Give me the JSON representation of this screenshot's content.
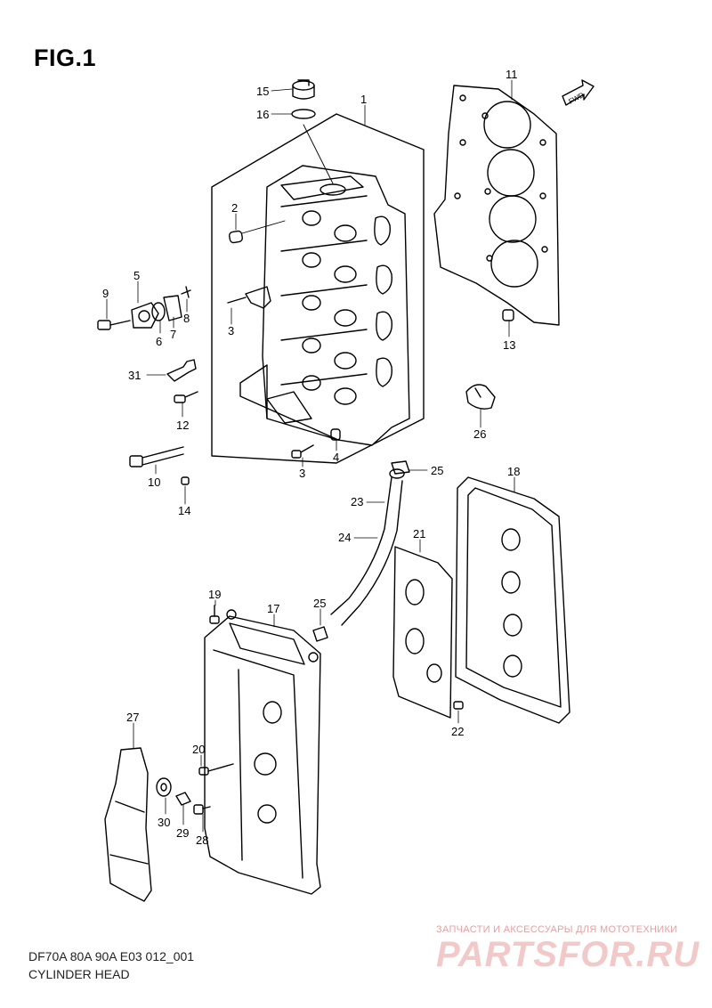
{
  "figure": {
    "title": "FIG.1",
    "code": "DF70A 80A 90A E03 012_001",
    "name": "CYLINDER HEAD",
    "fwd_label": "FWD"
  },
  "watermark": {
    "line1": "ЗАПЧАСТИ И АКСЕССУАРЫ ДЛЯ МОТОТЕХНИКИ",
    "line2": "PARTSFOR.RU"
  },
  "callouts": [
    "1",
    "2",
    "3",
    "3",
    "4",
    "5",
    "6",
    "7",
    "8",
    "9",
    "10",
    "11",
    "12",
    "13",
    "14",
    "15",
    "16",
    "17",
    "18",
    "19",
    "20",
    "21",
    "22",
    "23",
    "24",
    "25",
    "25",
    "26",
    "27",
    "28",
    "29",
    "30",
    "31"
  ],
  "colors": {
    "line": "#000000",
    "watermark": "#e89b9b"
  }
}
